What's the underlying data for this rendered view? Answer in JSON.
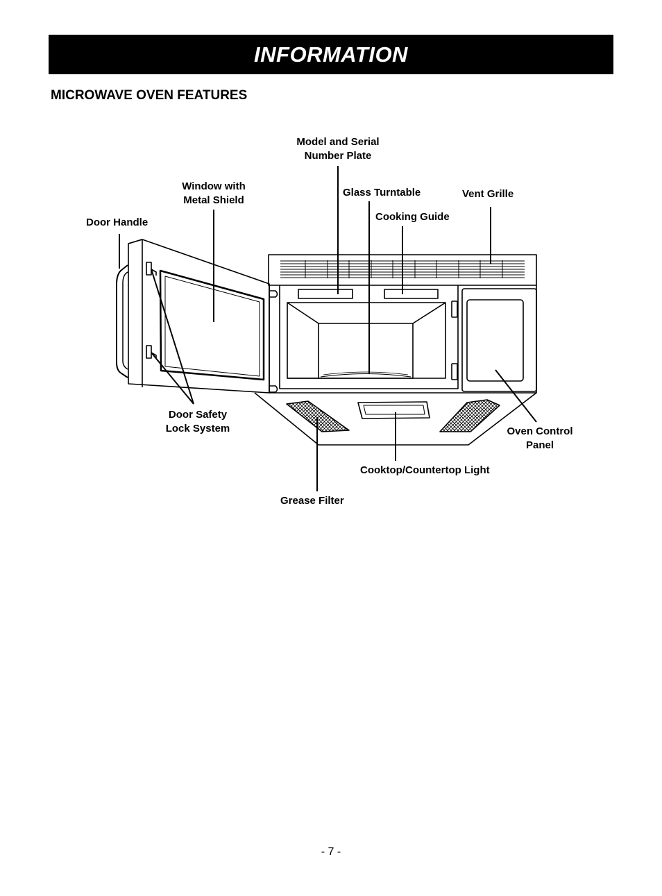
{
  "header": {
    "title": "INFORMATION"
  },
  "section": {
    "title": "MICROWAVE OVEN FEATURES"
  },
  "labels": {
    "model_plate_1": "Model and Serial",
    "model_plate_2": "Number Plate",
    "window_1": "Window with",
    "window_2": "Metal Shield",
    "glass_turntable": "Glass Turntable",
    "vent_grille": "Vent Grille",
    "cooking_guide": "Cooking Guide",
    "door_handle": "Door Handle",
    "door_safety_1": "Door Safety",
    "door_safety_2": "Lock System",
    "oven_control_1": "Oven Control",
    "oven_control_2": "Panel",
    "cooktop_light": "Cooktop/Countertop Light",
    "grease_filter": "Grease Filter"
  },
  "footer": {
    "page": "- 7 -"
  }
}
